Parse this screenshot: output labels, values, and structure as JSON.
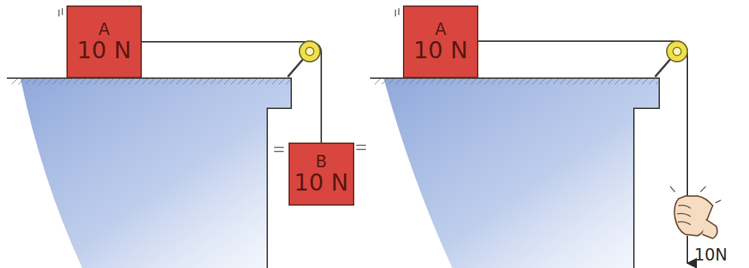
{
  "diagram": {
    "nodes": [
      {
        "text": [
          "A",
          "10 N"
        ]
      },
      {
        "text": [
          "B",
          "10 N"
        ]
      },
      {
        "text": [
          "A",
          "10 N"
        ]
      }
    ],
    "edges": [
      {
        "from": 0,
        "to": 1,
        "arrow": "none"
      }
    ],
    "labels": [
      "10N"
    ]
  }
}
